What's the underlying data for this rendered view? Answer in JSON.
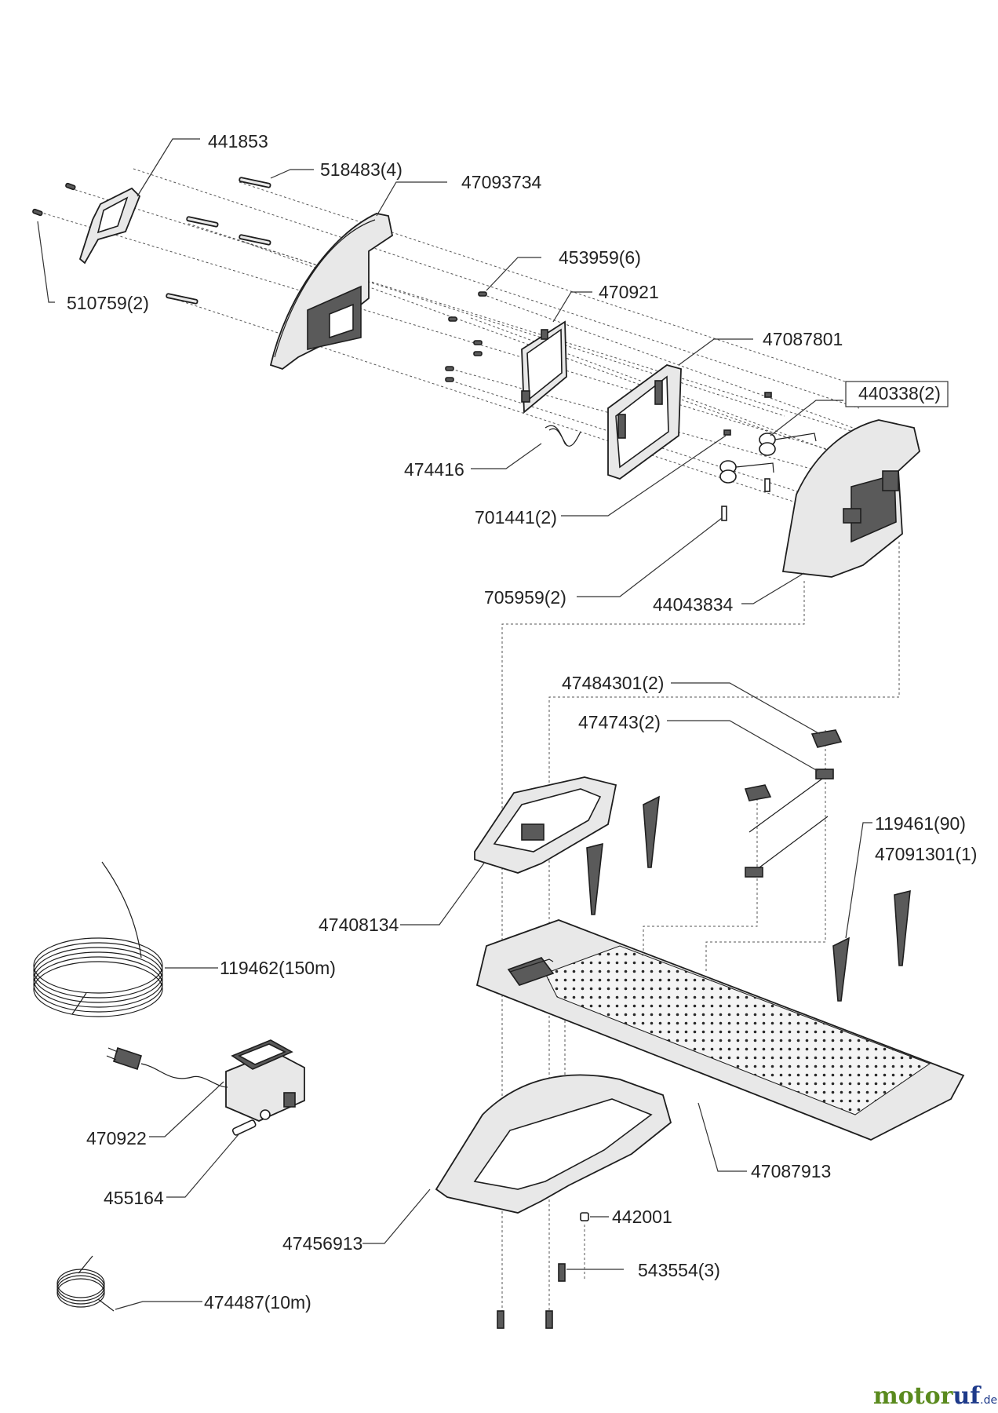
{
  "parts": [
    {
      "id": "p441853",
      "label": "441853"
    },
    {
      "id": "p518483",
      "label": "518483(4)"
    },
    {
      "id": "p47093734",
      "label": "47093734"
    },
    {
      "id": "p510759",
      "label": "510759(2)"
    },
    {
      "id": "p453959",
      "label": "453959(6)"
    },
    {
      "id": "p470921",
      "label": "470921"
    },
    {
      "id": "p47087801",
      "label": "47087801"
    },
    {
      "id": "p440338",
      "label": "440338(2)"
    },
    {
      "id": "p474416",
      "label": "474416"
    },
    {
      "id": "p701441",
      "label": "701441(2)"
    },
    {
      "id": "p705959",
      "label": "705959(2)"
    },
    {
      "id": "p44043834",
      "label": "44043834"
    },
    {
      "id": "p47484301",
      "label": "47484301(2)"
    },
    {
      "id": "p474743",
      "label": "474743(2)"
    },
    {
      "id": "p119461",
      "label": "119461(90)"
    },
    {
      "id": "p47091301",
      "label": "47091301(1)"
    },
    {
      "id": "p47408134",
      "label": "47408134"
    },
    {
      "id": "p119462",
      "label": "119462(150m)"
    },
    {
      "id": "p470922",
      "label": "470922"
    },
    {
      "id": "p455164",
      "label": "455164"
    },
    {
      "id": "p47087913",
      "label": "47087913"
    },
    {
      "id": "p442001",
      "label": "442001"
    },
    {
      "id": "p543554",
      "label": "543554(3)"
    },
    {
      "id": "p47456913",
      "label": "47456913"
    },
    {
      "id": "p474487",
      "label": "474487(10m)"
    }
  ],
  "brand": {
    "name_part1": "motor",
    "name_part2": "uf",
    "suffix": ".de"
  }
}
